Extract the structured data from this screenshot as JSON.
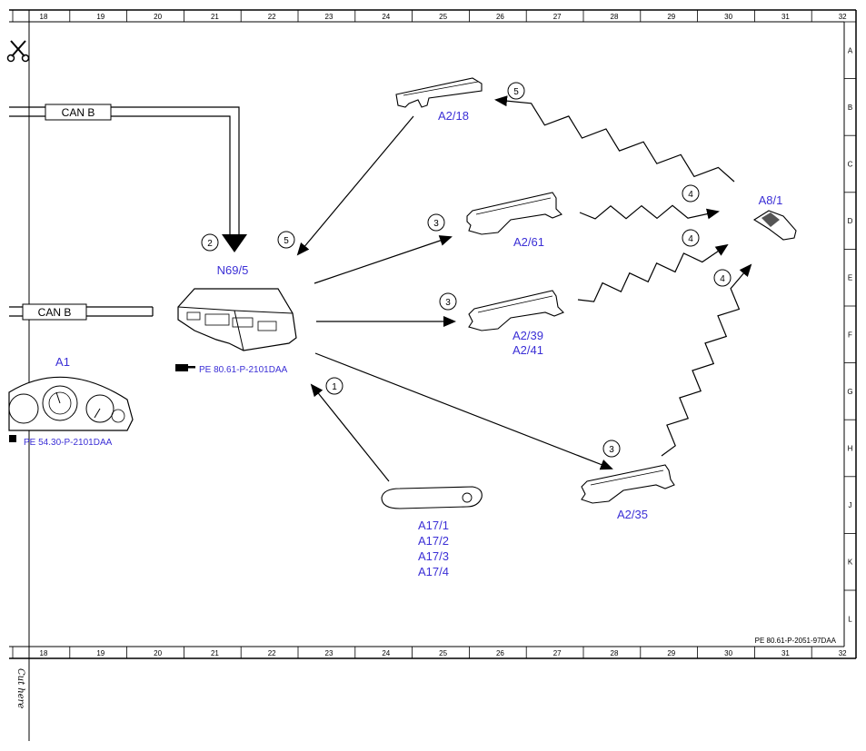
{
  "ruler": {
    "columns": [
      "18",
      "19",
      "20",
      "21",
      "22",
      "23",
      "24",
      "25",
      "26",
      "27",
      "28",
      "29",
      "30",
      "31",
      "32"
    ],
    "rows": [
      "A",
      "B",
      "C",
      "D",
      "E",
      "F",
      "G",
      "H",
      "J",
      "K",
      "L"
    ]
  },
  "bus": {
    "top_label": "CAN B",
    "bottom_label": "CAN B"
  },
  "components": {
    "n69_5": {
      "label": "N69/5",
      "ref": "PE 80.61-P-2101DAA"
    },
    "a1": {
      "label": "A1",
      "ref": "PE 54.30-P-2101DAA"
    },
    "a2_18": {
      "label": "A2/18"
    },
    "a2_61": {
      "label": "A2/61"
    },
    "a2_39": {
      "label": "A2/39",
      "label2": "A2/41"
    },
    "a2_35": {
      "label": "A2/35"
    },
    "a8_1": {
      "label": "A8/1"
    },
    "a17": {
      "labels": [
        "A17/1",
        "A17/2",
        "A17/3",
        "A17/4"
      ]
    }
  },
  "step_numbers": {
    "can_to_n69": "2",
    "a2_18_to_n69": "5",
    "a8_to_a2_18": "5",
    "n69_to_a2_61": "3",
    "n69_to_a2_39": "3",
    "n69_to_a2_35": "3",
    "a2_61_to_a8": "4",
    "a2_39_to_a8": "4",
    "a2_35_to_a8": "4",
    "a17_to_n69": "1"
  },
  "footer": {
    "drawing_ref": "PE 80.61-P-2051-97DAA",
    "cut_here": "Cut here"
  },
  "colors": {
    "label_blue": "#3b2fd6",
    "line": "#000000"
  }
}
